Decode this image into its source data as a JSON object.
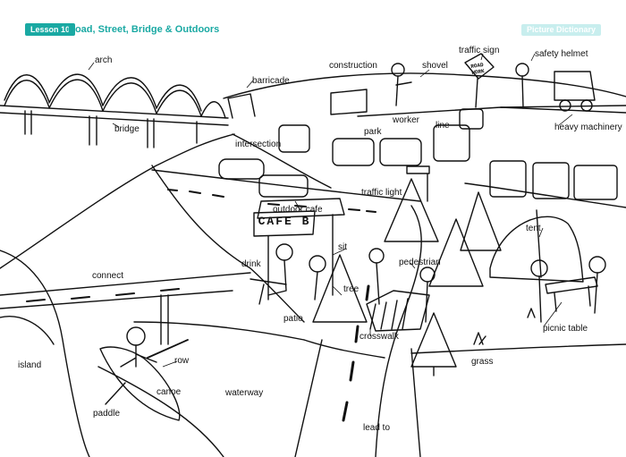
{
  "header": {
    "lesson": "Lesson 10",
    "title": "Road, Street, Bridge & Outdoors",
    "badge": "Picture Dictionary"
  },
  "signs": {
    "cafe": "CAFE B",
    "road_work_1": "ROAD",
    "road_work_2": "WORK"
  },
  "labels": {
    "arch": "arch",
    "barricade": "barricade",
    "construction": "construction",
    "shovel": "shovel",
    "traffic_sign": "traffic sign",
    "safety_helmet": "safety helmet",
    "bridge": "bridge",
    "worker": "worker",
    "line": "line",
    "heavy_machinery": "heavy machinery",
    "intersection": "intersection",
    "park": "park",
    "traffic_light": "traffic light",
    "outdoor_cafe": "outdoor cafe",
    "tent": "tent",
    "sit": "sit",
    "drink": "drink",
    "pedestrian": "pedestrian",
    "connect": "connect",
    "tree": "tree",
    "patio": "patio",
    "picnic_table": "picnic table",
    "crosswalk": "crosswalk",
    "island": "island",
    "row": "row",
    "grass": "grass",
    "canoe": "canoe",
    "waterway": "waterway",
    "paddle": "paddle",
    "lead_to": "lead to"
  },
  "colors": {
    "accent": "#1aa9a3",
    "badge_light": "#c8eeee",
    "ink": "#111111"
  }
}
